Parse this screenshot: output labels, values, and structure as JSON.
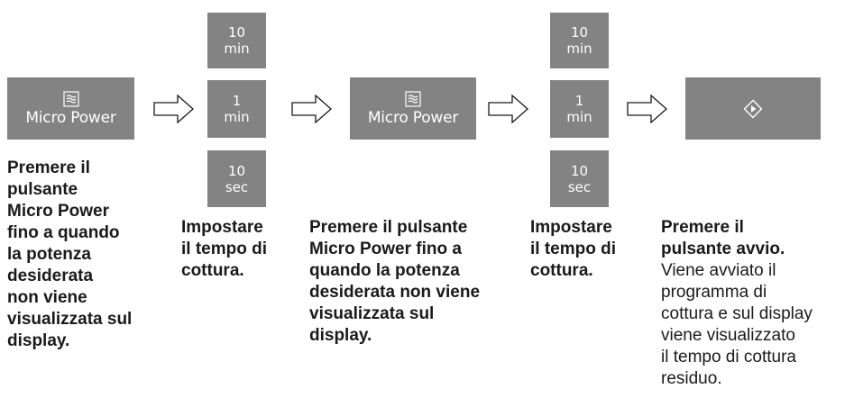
{
  "step1": {
    "button_label": "Micro Power",
    "icon": "microwave-waves-icon",
    "caption_lines": [
      "Premere il",
      "pulsante",
      "Micro Power",
      "fino a quando",
      "la potenza",
      "desiderata",
      "non viene",
      "visualizzata sul",
      "display."
    ]
  },
  "step2": {
    "btn_top": {
      "value": "10",
      "unit": "min"
    },
    "btn_mid": {
      "value": "1",
      "unit": "min"
    },
    "btn_bot": {
      "value": "10",
      "unit": "sec"
    },
    "caption_lines": [
      "Impostare",
      "il tempo di",
      "cottura."
    ]
  },
  "step3": {
    "button_label": "Micro Power",
    "icon": "microwave-waves-icon",
    "caption_lines": [
      "Premere il pulsante",
      "Micro Power fino a",
      "quando la potenza",
      "desiderata non viene",
      "visualizzata sul",
      "display."
    ]
  },
  "step4": {
    "btn_top": {
      "value": "10",
      "unit": "min"
    },
    "btn_mid": {
      "value": "1",
      "unit": "min"
    },
    "btn_bot": {
      "value": "10",
      "unit": "sec"
    },
    "caption_lines": [
      "Impostare",
      "il tempo di",
      "cottura."
    ]
  },
  "step5": {
    "icon": "start-diamond-icon",
    "caption_bold_lines": [
      "Premere il",
      "pulsante avvio."
    ],
    "caption_normal_lines": [
      "Viene avviato il",
      "programma di",
      "cottura e sul display",
      "viene visualizzato",
      "il tempo di cottura",
      "residuo."
    ]
  },
  "colors": {
    "button_bg": "#838383",
    "button_text": "#ffffff",
    "text": "#1a1a1a"
  }
}
